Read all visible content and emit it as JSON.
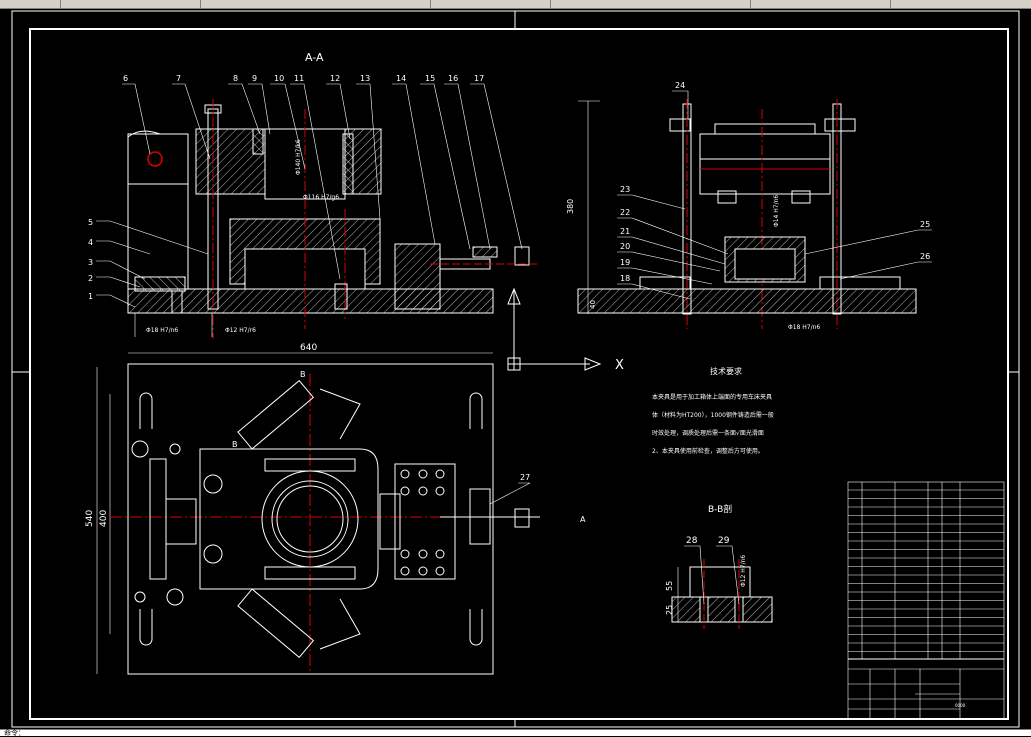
{
  "drawing": {
    "section_aa_title": "A-A",
    "section_bb_title": "B-B剖",
    "tech_req_title": "技术要求",
    "tech_req_lines": [
      "本夹具是用于加工箱体上端面的专用车床夹具",
      "体（材料为HT200），1000钢件铸造后需一般",
      "时效处理，调质处理后需一条面√面光滑面",
      "2、本夹具使用前检查，调整后方可使用。"
    ],
    "ucs_x_label": "X",
    "view_marker_a": "A",
    "view_marker_b": "B",
    "balloons_top": [
      "6",
      "7",
      "8",
      "9",
      "10",
      "11",
      "12",
      "13",
      "14",
      "15",
      "16",
      "17"
    ],
    "balloons_left": [
      "5",
      "4",
      "3",
      "2",
      "1"
    ],
    "balloons_side_top": [
      "24"
    ],
    "balloons_side_left": [
      "23",
      "22",
      "21",
      "20",
      "19",
      "18"
    ],
    "balloons_side_right": [
      "25",
      "26"
    ],
    "balloon_27": "27",
    "balloons_bb": [
      "28",
      "29"
    ],
    "dimensions": {
      "width_640": "640",
      "height_540": "540",
      "height_400": "400",
      "height_380": "380",
      "height_40": "40",
      "bb_55": "55",
      "bb_25": "25",
      "fit_1": "Φ140 H7/k6",
      "fit_2": "Φ116 H7/g6",
      "fit_3": "Φ18 H7/n6",
      "fit_4": "Φ12 H7/r6",
      "fit_5": "Φ14 H7/n6",
      "fit_6": "Φ18 H7/n6",
      "fit_7": "Φ12 H7/n6"
    },
    "title_block_code": "0000"
  },
  "command_line": "命令："
}
